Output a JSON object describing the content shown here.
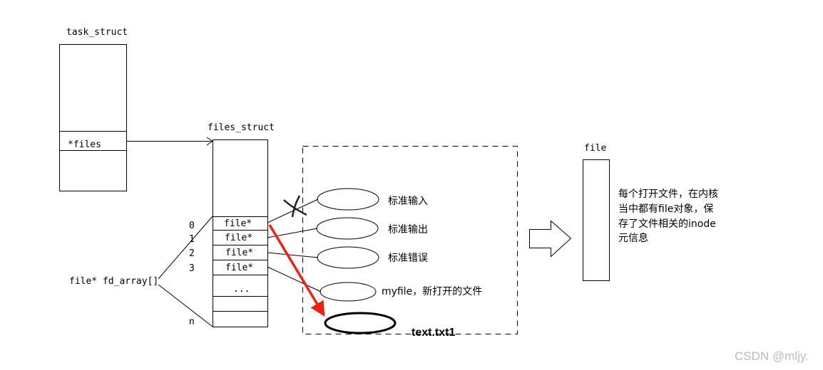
{
  "task_struct": {
    "title": "task_struct",
    "field": "*files"
  },
  "files_struct": {
    "title": "files_struct",
    "cells": [
      "file*",
      "file*",
      "file*",
      "file*",
      "..."
    ],
    "indices": [
      "0",
      "1",
      "2",
      "3",
      "n"
    ],
    "array_label": "file* fd_array[]"
  },
  "files": {
    "items": [
      "标准输入",
      "标准输出",
      "标准错误",
      "myfile，新打开的文件"
    ],
    "new_file": "text.txt1"
  },
  "file_obj": {
    "title": "file",
    "desc": [
      "每个打开文件，在内核",
      "当中都有file对象，保",
      "存了文件相关的inode",
      "元信息"
    ]
  },
  "watermark": "CSDN @mljy.",
  "colors": {
    "highlight_arrow": "#f02010"
  }
}
